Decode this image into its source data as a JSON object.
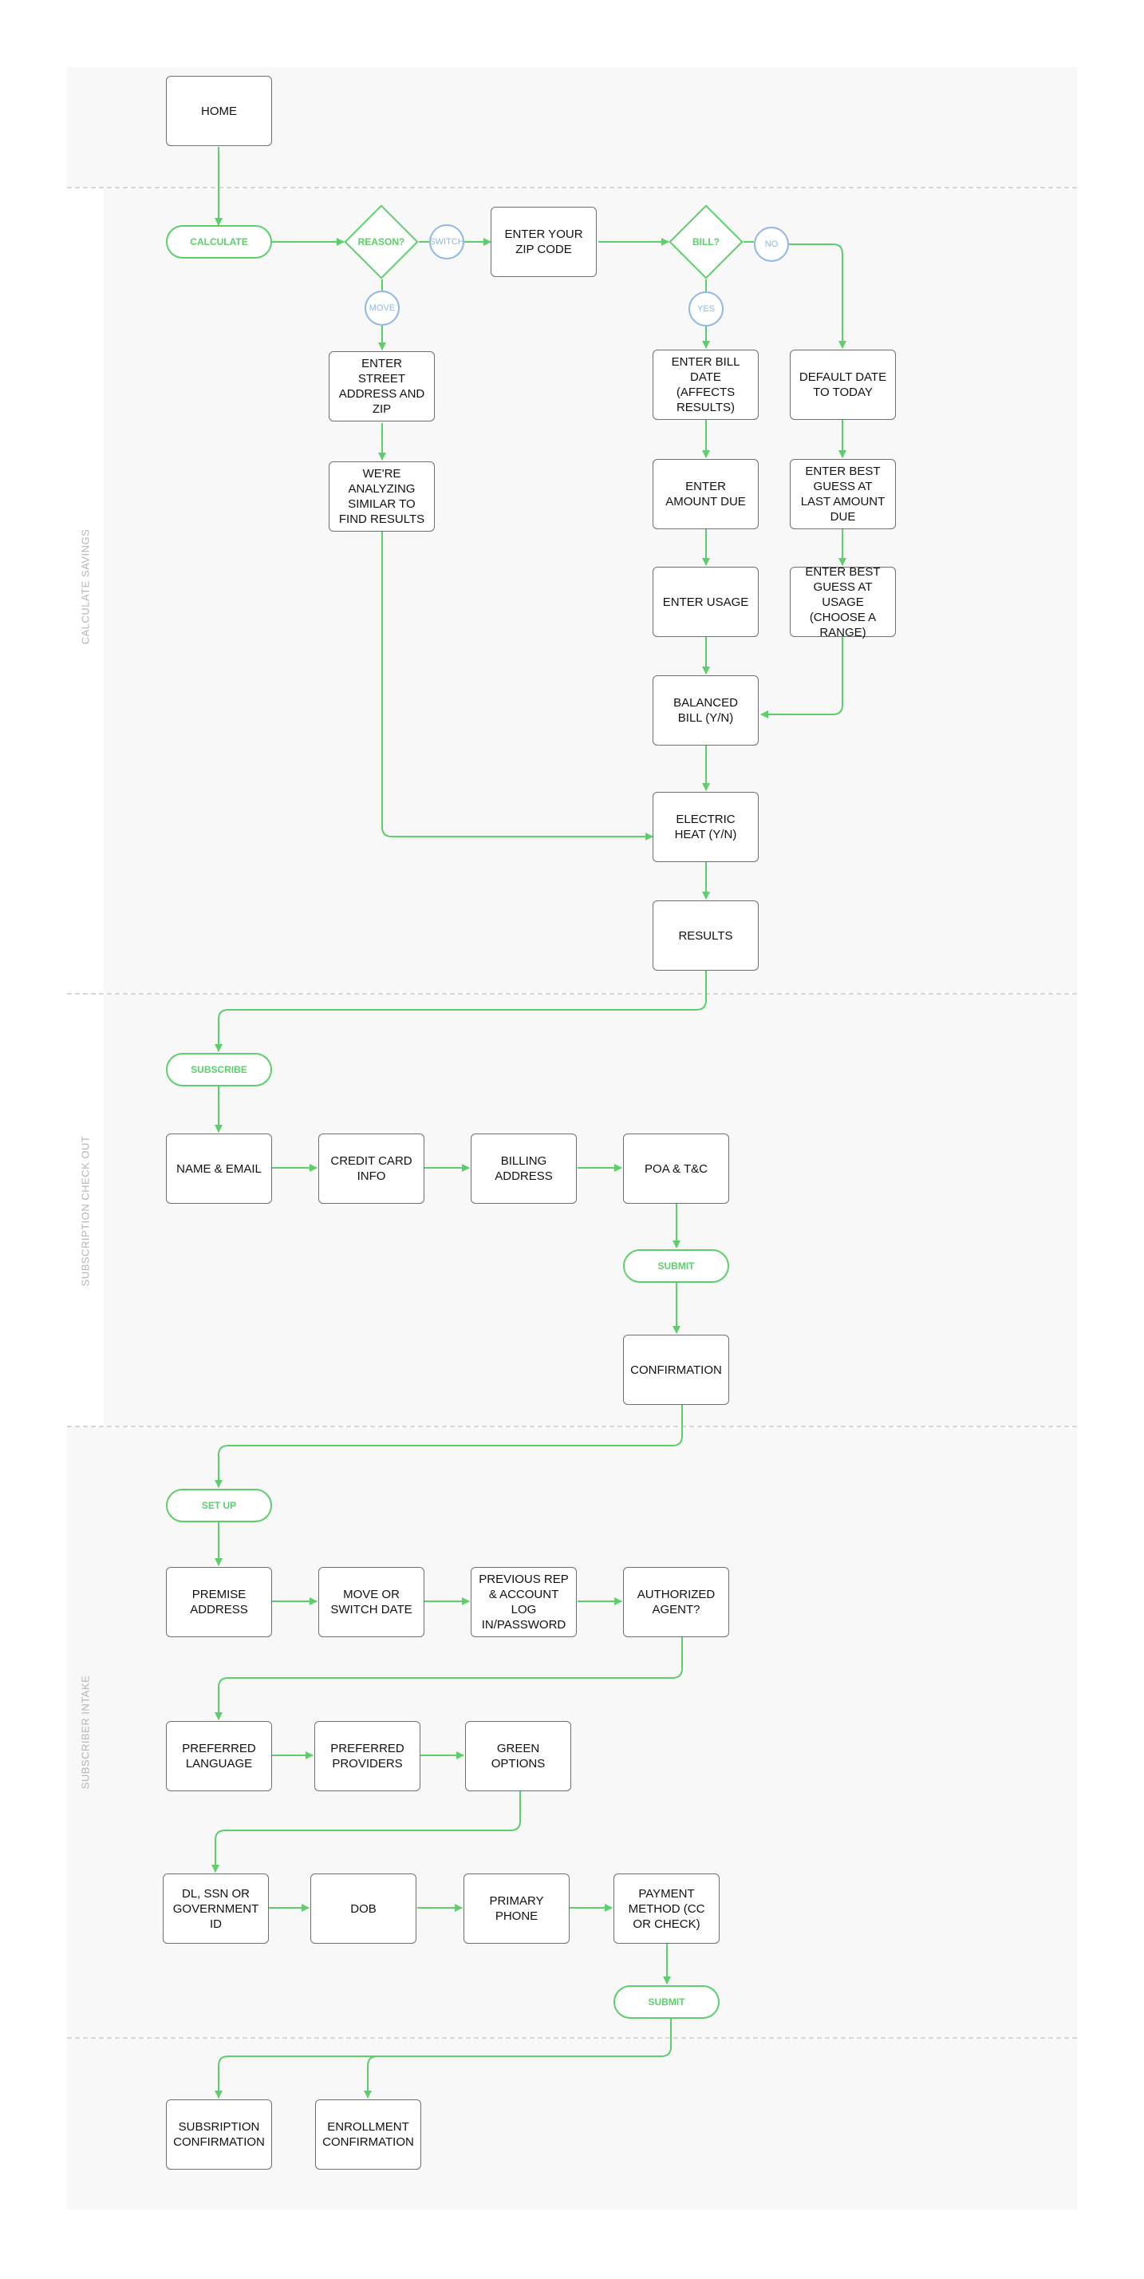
{
  "colors": {
    "flow_green": "#5ccf6a",
    "branch_blue": "#8fb7e6",
    "box_border": "#6f6f6f",
    "band_grey": "#f8f8f8"
  },
  "lanes": {
    "calculate_savings": "CALCULATE SAVINGS",
    "subscription_check_out": "SUBSCRIPTION CHECK OUT",
    "subscriber_intake": "SUBSCRIBER INTAKE"
  },
  "nodes": {
    "home": "HOME",
    "calculate": "CALCULATE",
    "reason": "REASON?",
    "switch": "SWITCH",
    "move": "MOVE",
    "enter_zip": "ENTER YOUR ZIP CODE",
    "bill": "BILL?",
    "no": "NO",
    "yes": "YES",
    "street_address": "ENTER STREET ADDRESS AND ZIP",
    "analyzing": "WE'RE ANALYZING SIMILAR TO FIND RESULTS",
    "bill_date": "ENTER BILL DATE (AFFECTS RESULTS)",
    "default_date": "DEFAULT DATE TO TODAY",
    "amount_due": "ENTER AMOUNT DUE",
    "best_guess_amount": "ENTER BEST GUESS AT LAST AMOUNT DUE",
    "enter_usage": "ENTER USAGE",
    "best_guess_usage": "ENTER BEST GUESS AT USAGE (CHOOSE A RANGE)",
    "balanced_bill": "BALANCED BILL (Y/N)",
    "electric_heat": "ELECTRIC HEAT (Y/N)",
    "results": "RESULTS",
    "subscribe": "SUBSCRIBE",
    "name_email": "NAME & EMAIL",
    "credit_card": "CREDIT CARD INFO",
    "billing_address": "BILLING ADDRESS",
    "poa": "POA & T&C",
    "submit_1": "SUBMIT",
    "confirmation": "CONFIRMATION",
    "set_up": "SET UP",
    "premise_address": "PREMISE ADDRESS",
    "move_switch_date": "MOVE OR SWITCH DATE",
    "previous_rep": "PREVIOUS REP & ACCOUNT LOG IN/PASSWORD",
    "authorized_agent": "AUTHORIZED AGENT?",
    "preferred_language": "PREFERRED LANGUAGE",
    "preferred_providers": "PREFERRED PROVIDERS",
    "green_options": "GREEN OPTIONS",
    "dl_ssn": "DL, SSN  OR GOVERNMENT ID",
    "dob": "DOB",
    "primary_phone": "PRIMARY PHONE",
    "payment_method": "PAYMENT METHOD (CC OR CHECK)",
    "submit_2": "SUBMIT",
    "subscription_confirmation": "SUBSRIPTION CONFIRMATION",
    "enrollment_confirmation": "ENROLLMENT CONFIRMATION"
  }
}
